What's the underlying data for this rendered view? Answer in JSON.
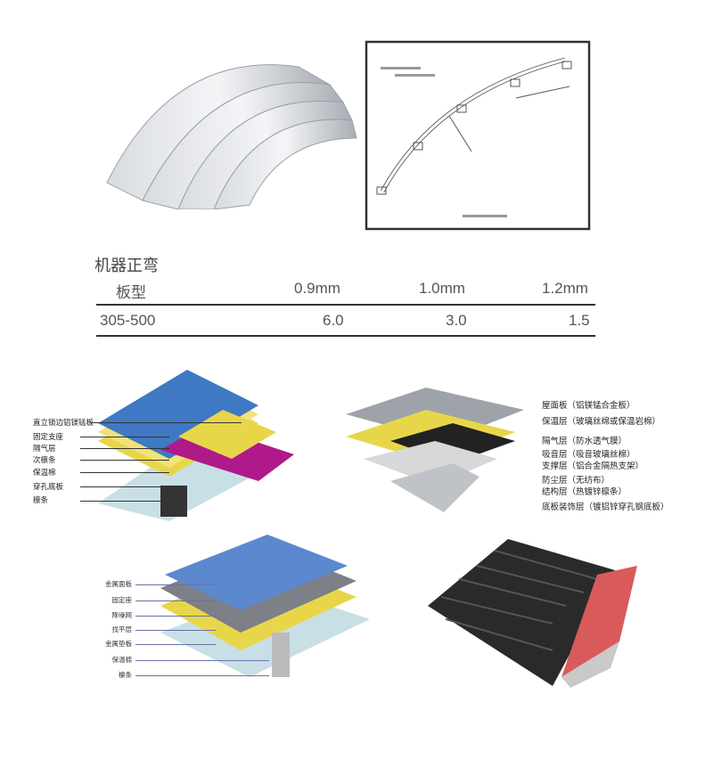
{
  "bending_table": {
    "title": "机器正弯",
    "headers": [
      "板型",
      "0.9mm",
      "1.0mm",
      "1.2mm"
    ],
    "rows": [
      [
        "305-500",
        "6.0",
        "3.0",
        "1.5"
      ]
    ]
  },
  "diagram1": {
    "labels": [
      "直立锁边铝镁锰板",
      "固定支座",
      "隔气层",
      "次檩条",
      "保温棉",
      "穿孔底板",
      "檩条"
    ]
  },
  "diagram2": {
    "labels": [
      "屋面板（铝镁锰合金板）",
      "保温层（玻璃丝绵或保温岩棉）",
      "隔气层（防水透气膜）",
      "吸音层（吸音玻璃丝棉）",
      "支撑层（铝合金隔热支架）",
      "防尘层（无纺布）",
      "结构层（热镀锌檩条）",
      "底板装饰层（镀铝锌穿孔钢底板）"
    ]
  },
  "diagram3": {
    "labels": [
      "金属面板",
      "固定座",
      "降噪网",
      "找平层",
      "金属垫板",
      "保温棉",
      "檩条"
    ]
  },
  "colors": {
    "blue_panel": "#3f79c4",
    "insulation": "#e8d64a",
    "magenta": "#b0198a",
    "tile": "#2a2a2a",
    "red_layer": "#d95a5a"
  }
}
